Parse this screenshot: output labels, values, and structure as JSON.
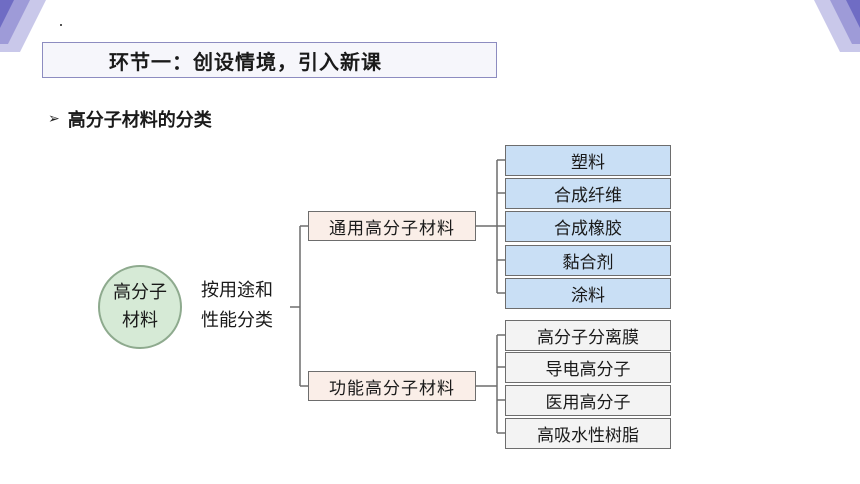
{
  "header": {
    "title": "环节一：创设情境，引入新课"
  },
  "section": {
    "heading": "高分子材料的分类"
  },
  "tree": {
    "root_line1": "高分子",
    "root_line2": "材料",
    "criteria_line1": "按用途和",
    "criteria_line2": "性能分类",
    "general": {
      "label": "通用高分子材料",
      "items": [
        "塑料",
        "合成纤维",
        "合成橡胶",
        "黏合剂",
        "涂料"
      ]
    },
    "functional": {
      "label": "功能高分子材料",
      "items": [
        "高分子分离膜",
        "导电高分子",
        "医用高分子",
        "高吸水性树脂"
      ]
    }
  },
  "colors": {
    "title_border": "#8d8cc0",
    "root_fill": "#d6ead6",
    "branch_fill": "#faeee8",
    "general_leaf_fill": "#c9dff5",
    "functional_leaf_fill": "#f3f3f3"
  }
}
